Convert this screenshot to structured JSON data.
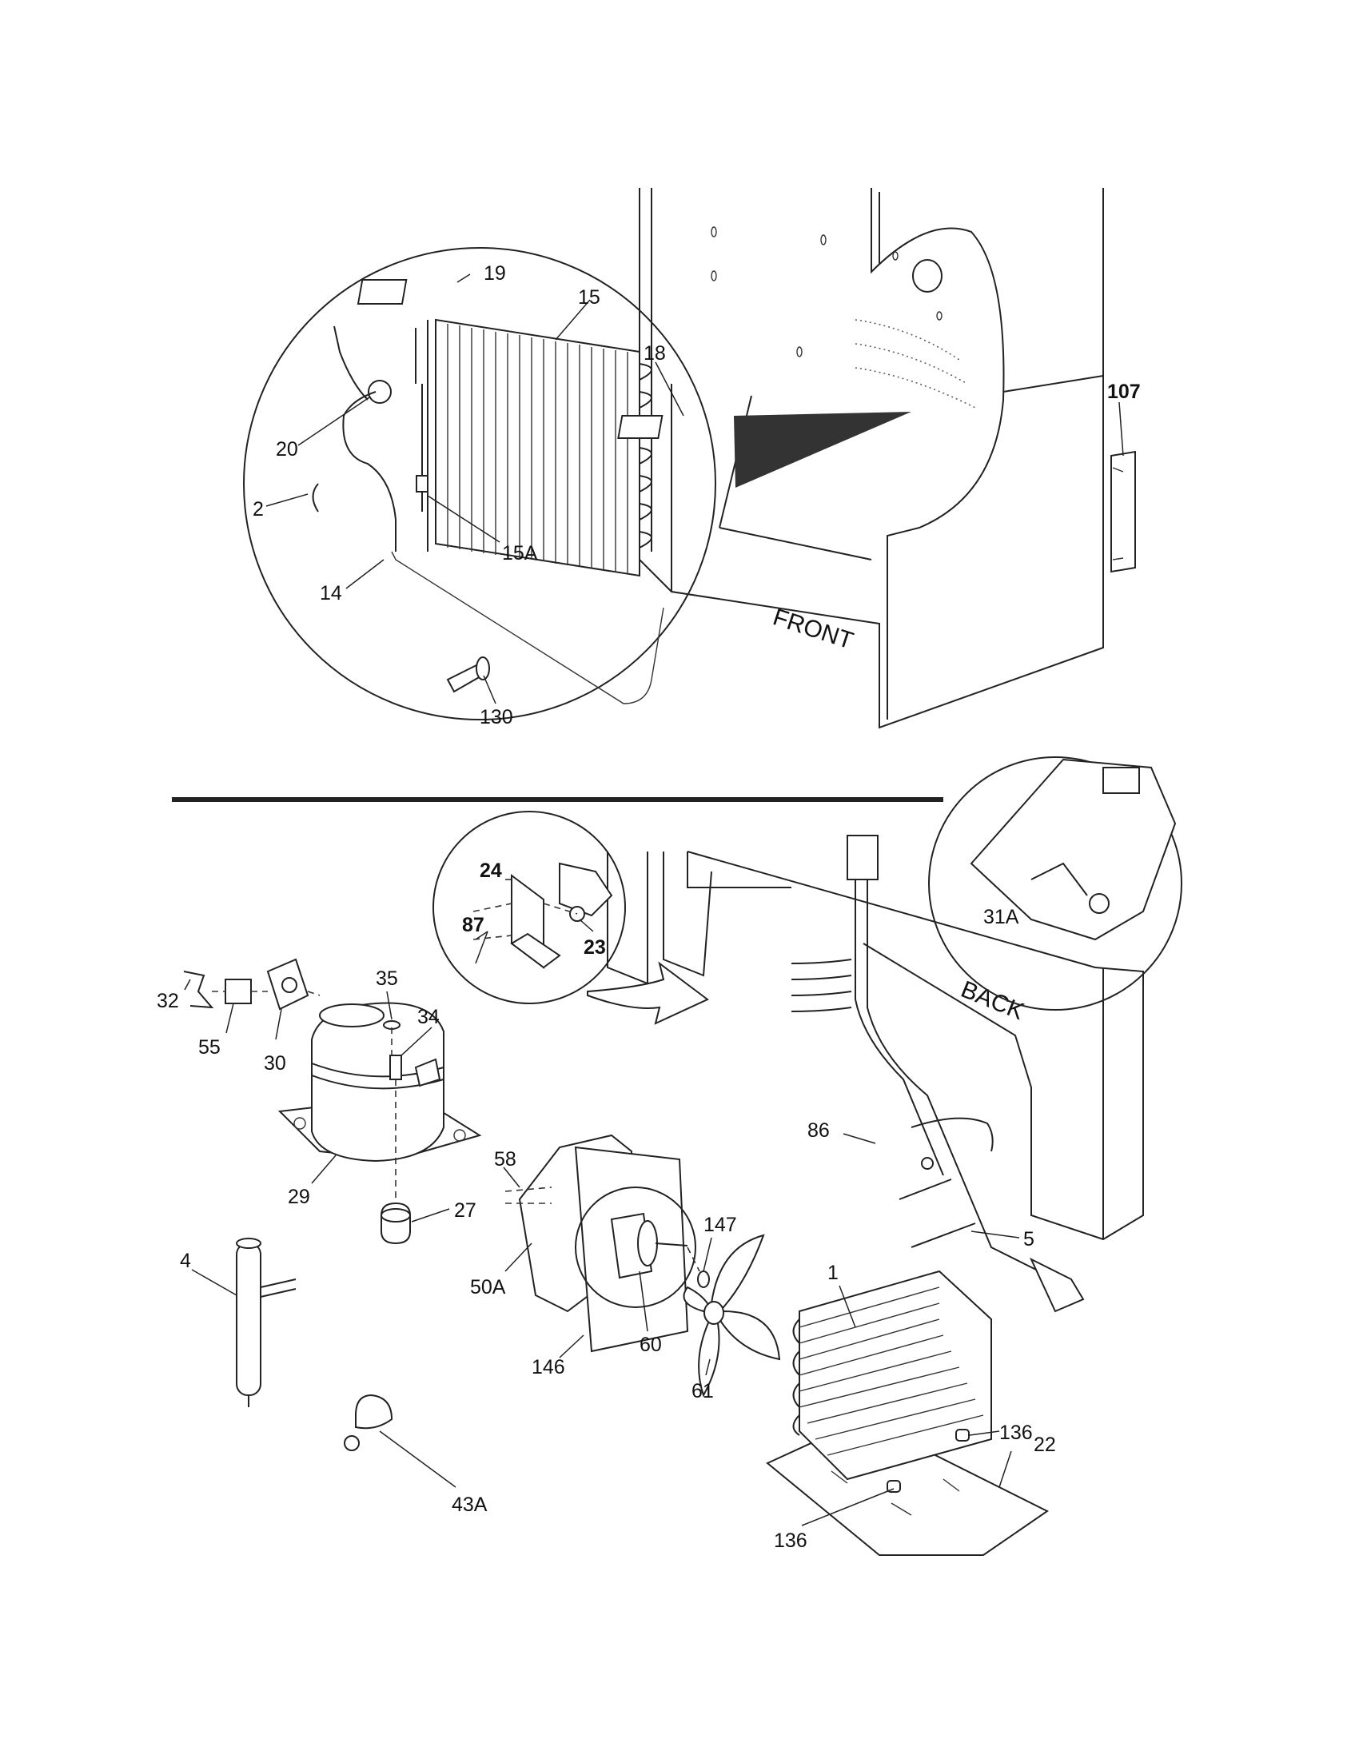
{
  "cabinet_labels": {
    "front": "FRONT",
    "back": "BACK"
  },
  "callouts": {
    "c19": "19",
    "c15": "15",
    "c18": "18",
    "c20": "20",
    "c2": "2",
    "c15a": "15A",
    "c14": "14",
    "c130": "130",
    "c107": "107",
    "c24": "24",
    "c87": "87",
    "c23": "23",
    "c32": "32",
    "c55": "55",
    "c30": "30",
    "c35": "35",
    "c34": "34",
    "c29": "29",
    "c27": "27",
    "c58": "58",
    "c50a": "50A",
    "c147": "147",
    "c60": "60",
    "c146": "146",
    "c61": "61",
    "c4": "4",
    "c43a": "43A",
    "c86": "86",
    "c5": "5",
    "c1": "1",
    "c136a": "136",
    "c136b": "136",
    "c22": "22",
    "c31a": "31A"
  }
}
